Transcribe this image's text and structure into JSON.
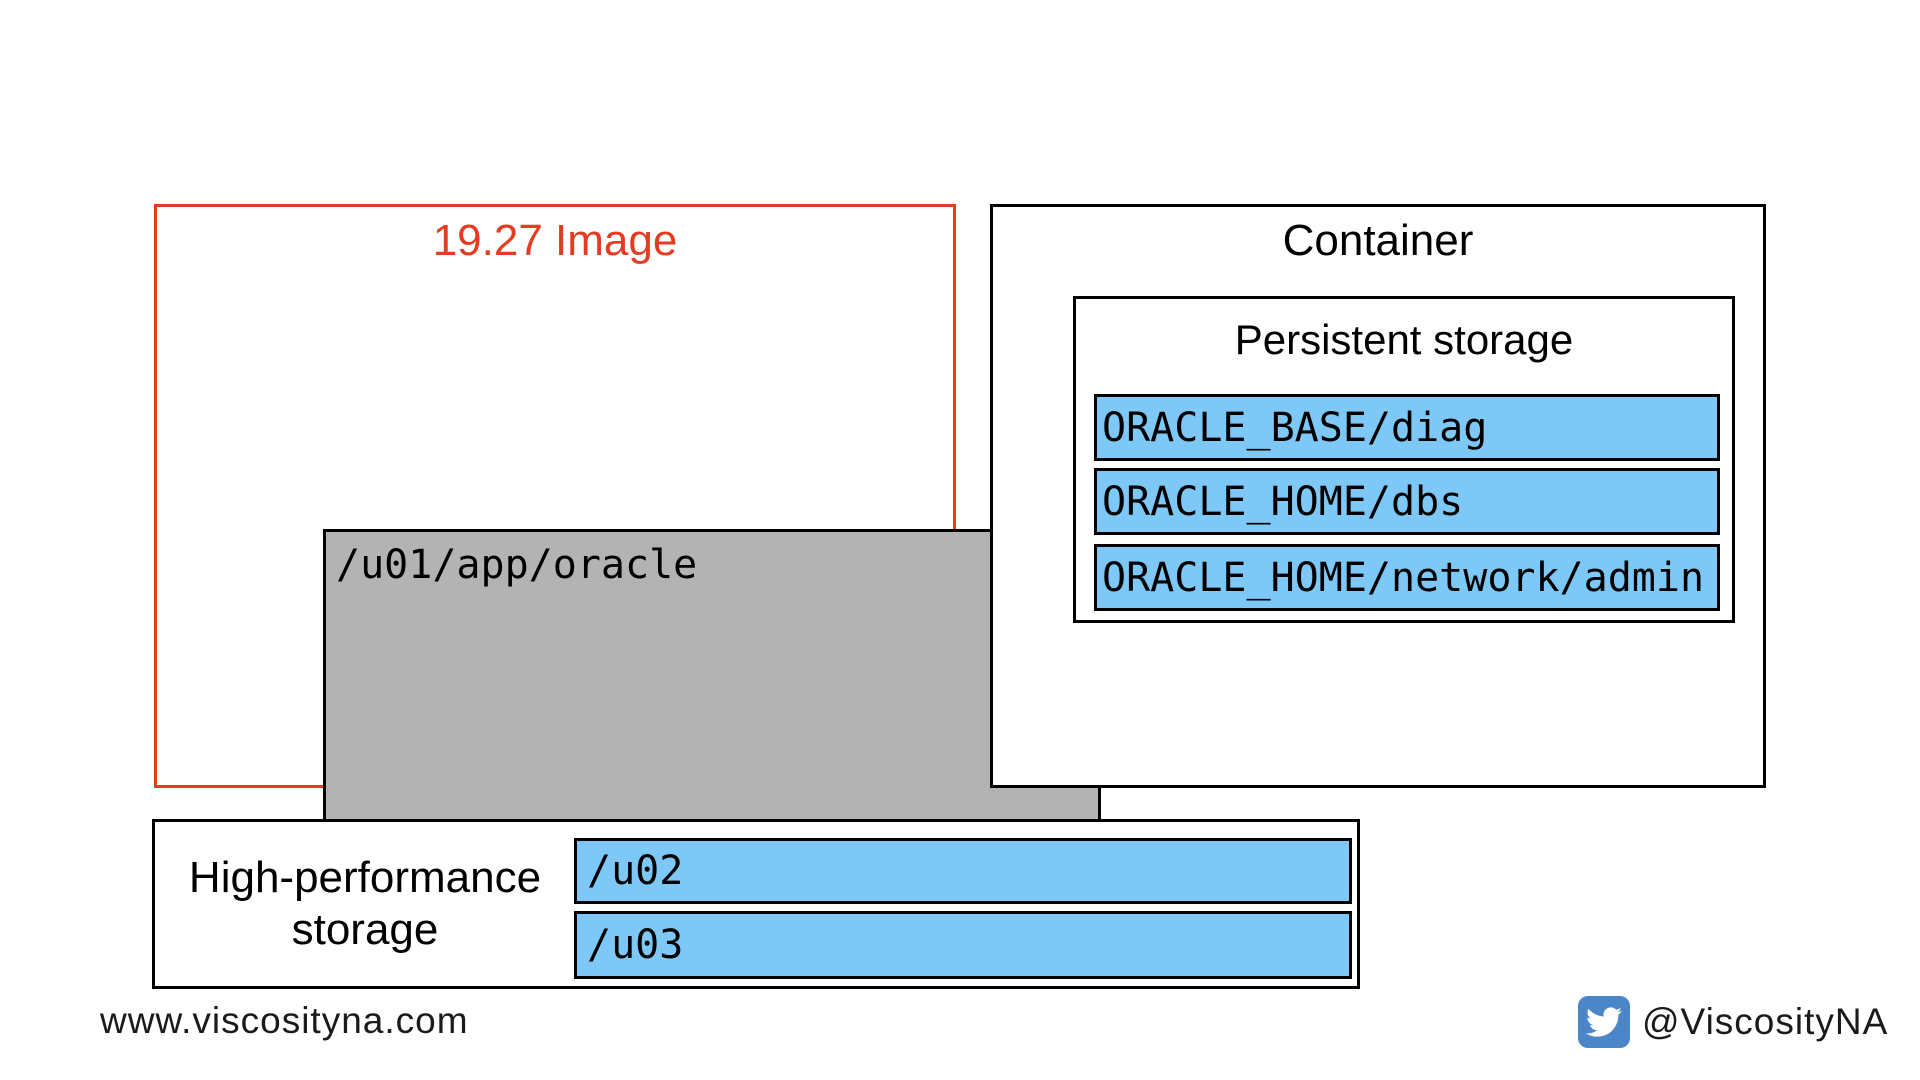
{
  "image_box": {
    "title": "19.27 Image",
    "volume_path": "/u01/app/oracle"
  },
  "container_box": {
    "title": "Container",
    "persistent": {
      "title": "Persistent storage",
      "items": [
        "ORACLE_BASE/diag",
        "ORACLE_HOME/dbs",
        "ORACLE_HOME/network/admin"
      ]
    }
  },
  "storage_box": {
    "label": "High-performance storage",
    "items": [
      "/u02",
      "/u03"
    ]
  },
  "footer": {
    "website": "www.viscosityna.com",
    "twitter_handle": "@ViscosityNA",
    "twitter_icon": "twitter-bird"
  },
  "colors": {
    "accent_red": "#E33C22",
    "box_gray": "#B3B3B3",
    "storage_blue": "#7DC8F7",
    "twitter_blue": "#4A86C8"
  }
}
